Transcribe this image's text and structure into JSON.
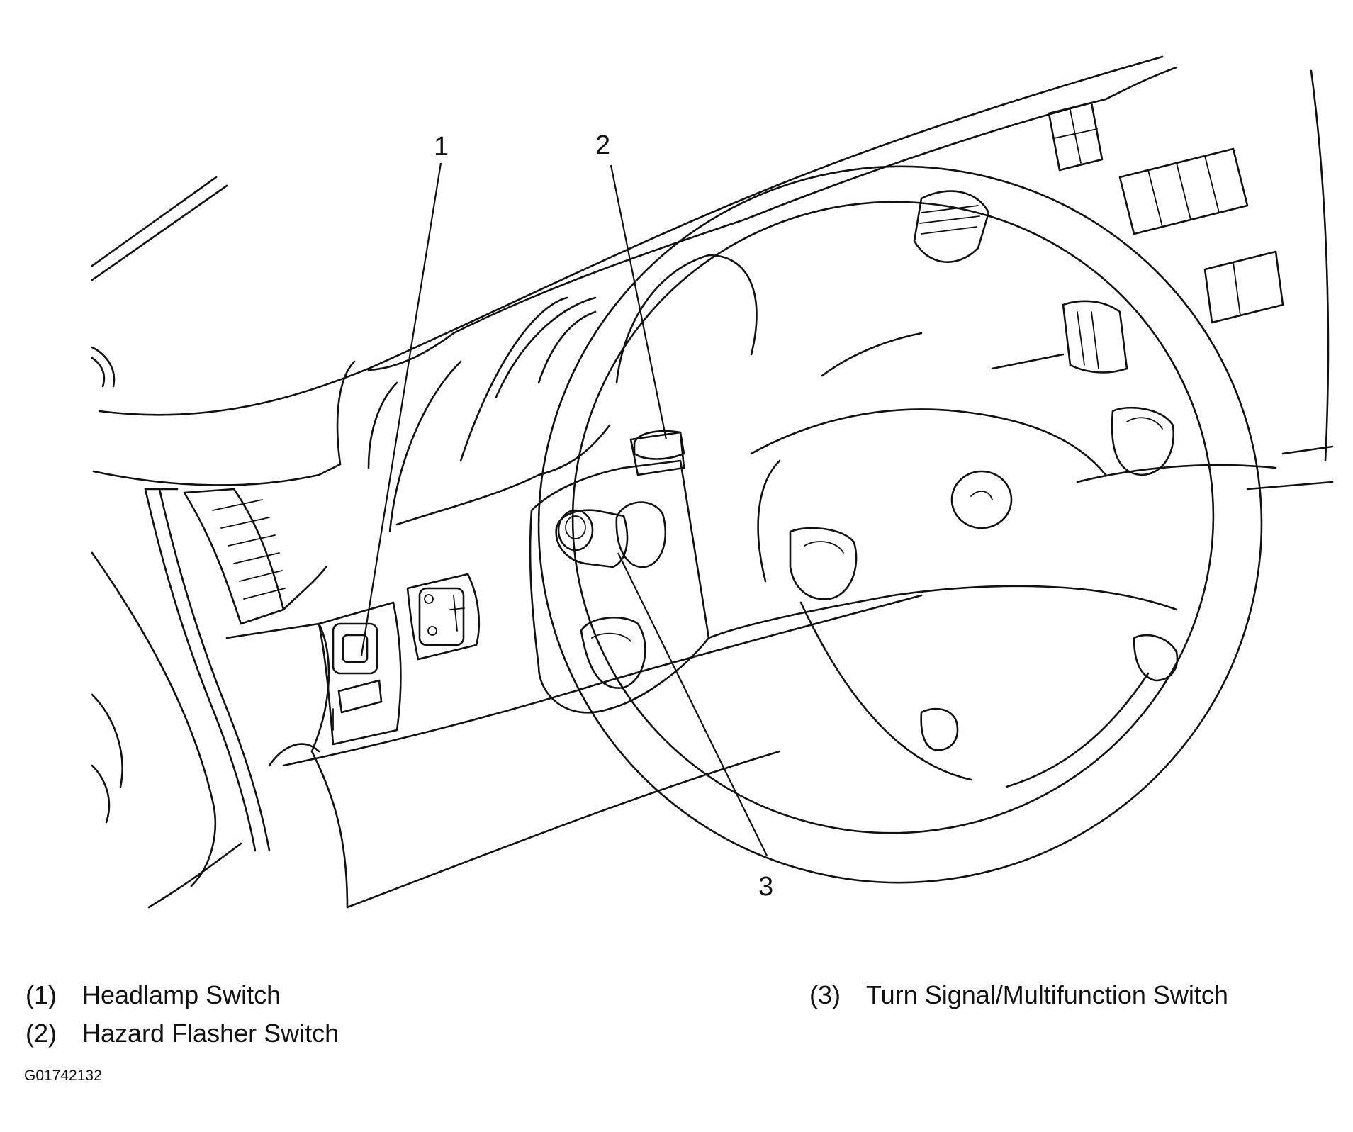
{
  "diagram": {
    "callouts": [
      {
        "id": "1",
        "label": "1"
      },
      {
        "id": "2",
        "label": "2"
      },
      {
        "id": "3",
        "label": "3"
      }
    ]
  },
  "legend": {
    "items": [
      {
        "num": "(1)",
        "text": "Headlamp Switch"
      },
      {
        "num": "(2)",
        "text": "Hazard Flasher Switch"
      },
      {
        "num": "(3)",
        "text": "Turn Signal/Multifunction Switch"
      }
    ]
  },
  "figure_id": "G01742132"
}
